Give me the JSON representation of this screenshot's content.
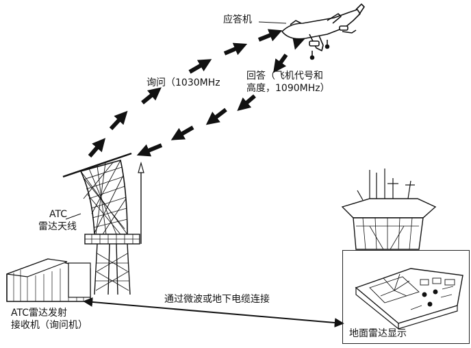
{
  "labels": {
    "transponder": "应答机",
    "interrogation": "询问（1030MHz",
    "reply_line1": "回答（飞机代号和",
    "reply_line2": "高度，1090MHz）",
    "antenna_line1": "ATC",
    "antenna_line2": "雷达天线",
    "transceiver_line1": "ATC雷达发射",
    "transceiver_line2": "接收机（询问机）",
    "link": "通过微波或地下电缆连接",
    "ground_display": "地面雷达显示"
  }
}
